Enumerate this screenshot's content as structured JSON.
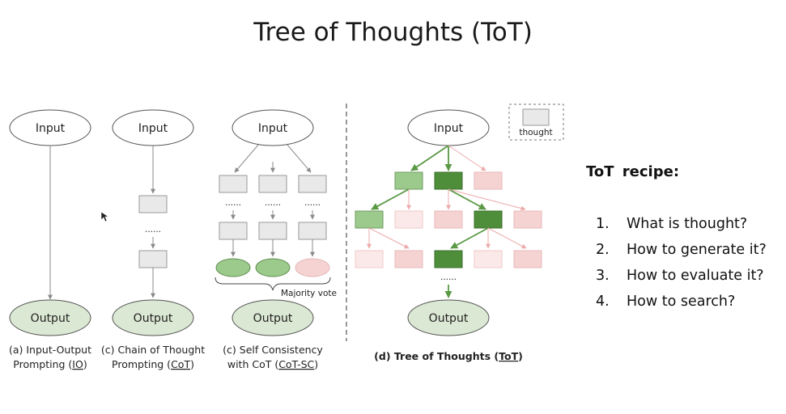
{
  "title": "Tree of Thoughts (ToT)",
  "colors": {
    "output_fill": "#dbe8d3",
    "thought_gray": "#e9e9e9",
    "green_light": "#9cc98c",
    "green_dark": "#4e8e3a",
    "pink": "#f6d3d3",
    "pink_light": "#fbe9e9",
    "pink_line": "#eda9a9",
    "green_line": "#5a9945"
  },
  "nodes": {
    "input": "Input",
    "output": "Output",
    "ellipsis": "......"
  },
  "legend": {
    "label": "thought"
  },
  "majority_vote": "Majority vote",
  "captions": {
    "io": {
      "line1": "(a) Input-Output",
      "line2_prefix": "Prompting (",
      "link": "IO",
      "line2_suffix": ")"
    },
    "cot": {
      "line1": "(c) Chain of Thought",
      "line2_prefix": "Prompting (",
      "link": "CoT",
      "line2_suffix": ")"
    },
    "cotsc": {
      "line1": "(c) Self Consistency",
      "line2_prefix": "with CoT (",
      "link": "CoT-SC",
      "line2_suffix": ")"
    },
    "tot": {
      "line1_prefix": "(d) Tree of Thoughts (",
      "link": "ToT",
      "line1_suffix": ")"
    }
  },
  "recipe": {
    "title": "ToT  recipe:",
    "items": [
      {
        "num": "1.",
        "text": "What is thought?"
      },
      {
        "num": "2.",
        "text": "How to generate it?"
      },
      {
        "num": "3.",
        "text": "How to evaluate it?"
      },
      {
        "num": "4.",
        "text": "How to search?"
      }
    ]
  }
}
